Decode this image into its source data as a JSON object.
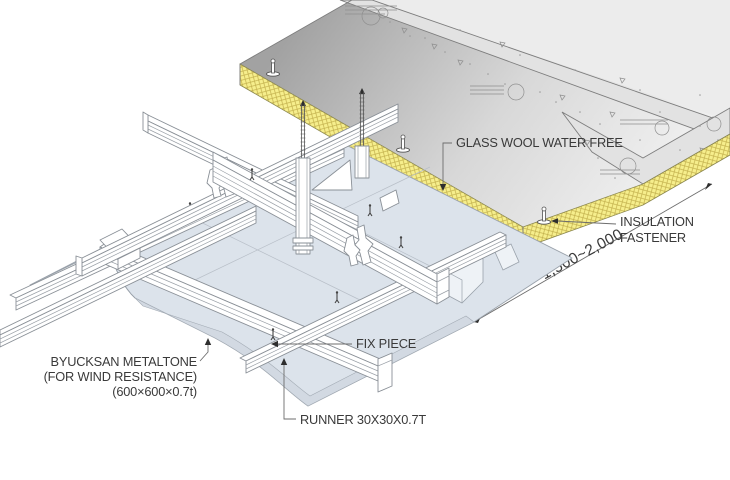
{
  "diagram": {
    "type": "ceiling-suspension-isometric-detail",
    "labels": {
      "glass_wool": "GLASS WOOL WATER FREE",
      "insulation_fastener_line1": "INSULATION",
      "insulation_fastener_line2": "FASTENER",
      "dimension": "1,500~2,000",
      "panel_line1": "BYUCKSAN METALTONE",
      "panel_line2": "(FOR WIND RESISTANCE)",
      "panel_line3": "(600×600×0.7t)",
      "fix_piece": "FIX PIECE",
      "runner": "RUNNER 30X30X0.7T"
    },
    "colors": {
      "insulation_yellow": "#f6ee8c",
      "insulation_hatch": "#c1ae4b",
      "panel_blue_gray": "#dce3eb",
      "panel_front_shade": "#d2d9e2",
      "concrete_face": "#e2e2e2",
      "slab_top_light": "#ececec",
      "plane_gradient_dark": "#a2a2a2",
      "plane_gradient_light": "#f0f0f0",
      "line_gray": "#8a9097",
      "text_color": "#3a3a3a"
    },
    "icons": {
      "insulation_fastener_pin": "pin-icon",
      "fix_screw": "screw-icon",
      "hanger_rod": "threaded-rod-icon"
    }
  }
}
